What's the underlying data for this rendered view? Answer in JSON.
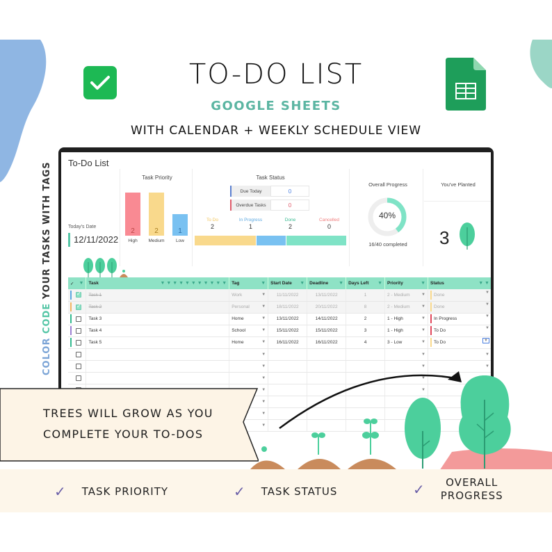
{
  "hero": {
    "title": "TO-DO LIST",
    "subtitle": "GOOGLE SHEETS",
    "tagline": "WITH CALENDAR + WEEKLY SCHEDULE VIEW"
  },
  "side_caption": {
    "part1": "COLOR",
    "part2": "CODE",
    "part3": "YOUR TASKS WITH TAGS"
  },
  "dashboard": {
    "title": "To-Do List",
    "today_label": "Today's Date",
    "today_value": "12/11/2022",
    "priority": {
      "title": "Task Priority",
      "bars": [
        {
          "label": "High",
          "value": "2",
          "color": "#f98a93"
        },
        {
          "label": "Medium",
          "value": "2",
          "color": "#f9d98c"
        },
        {
          "label": "Low",
          "value": "1",
          "color": "#79c1f1"
        }
      ]
    },
    "status": {
      "title": "Task Status",
      "due_today_label": "Due Today",
      "due_today_value": "0",
      "overdue_label": "Overdue Tasks",
      "overdue_value": "0",
      "columns": [
        {
          "label": "To Do",
          "value": "2",
          "color": "#f2c55c"
        },
        {
          "label": "In Progress",
          "value": "1",
          "color": "#5aa7e0"
        },
        {
          "label": "Done",
          "value": "2",
          "color": "#34b98f"
        },
        {
          "label": "Cancelled",
          "value": "0",
          "color": "#f07b7b"
        }
      ]
    },
    "progress": {
      "title": "Overall Progress",
      "percent_label": "40%",
      "percent": 40,
      "sub": "16/40 completed",
      "color": "#7fe3c6"
    },
    "planted": {
      "title": "You've Planted",
      "count": "3"
    }
  },
  "table": {
    "headers": [
      "✓",
      "Task",
      "Tag",
      "Start Date",
      "Deadline",
      "Days Left",
      "Priority",
      "Status"
    ],
    "rows": [
      {
        "checked": true,
        "task": "Task 1",
        "tag": "Work",
        "tag_color": "#5aa7e0",
        "start": "11/11/2022",
        "deadline": "13/11/2022",
        "days": "1",
        "priority": "2 - Medium",
        "pcolor": "#f9d98c",
        "status": "Done",
        "done": true
      },
      {
        "checked": true,
        "task": "Task 2",
        "tag": "Personal",
        "tag_color": "#f2b562",
        "start": "18/11/2022",
        "deadline": "20/11/2022",
        "days": "8",
        "priority": "2 - Medium",
        "pcolor": "#f9d98c",
        "status": "Done",
        "done": true
      },
      {
        "checked": false,
        "task": "Task 3",
        "tag": "Home",
        "tag_color": "#34b98f",
        "start": "13/11/2022",
        "deadline": "14/11/2022",
        "days": "2",
        "priority": "1 - High",
        "pcolor": "#e0475a",
        "status": "In Progress",
        "done": false
      },
      {
        "checked": false,
        "task": "Task 4",
        "tag": "School",
        "tag_color": "#9b7fd1",
        "start": "15/11/2022",
        "deadline": "15/11/2022",
        "days": "3",
        "priority": "1 - High",
        "pcolor": "#e0475a",
        "status": "To Do",
        "done": false
      },
      {
        "checked": false,
        "task": "Task 5",
        "tag": "Home",
        "tag_color": "#34b98f",
        "start": "16/11/2022",
        "deadline": "16/11/2022",
        "days": "4",
        "priority": "3 - Low",
        "pcolor": "#f9d98c",
        "status": "To Do",
        "done": false
      }
    ],
    "empty_rows": 7
  },
  "banner": {
    "line1": "TREES WILL GROW AS YOU",
    "line2": "COMPLETE YOUR TO-DOS"
  },
  "features": [
    "TASK PRIORITY",
    "TASK STATUS",
    "OVERALL",
    "PROGRESS"
  ],
  "colors": {
    "accent": "#8ee2c5",
    "brand_green": "#1db954",
    "subtitle": "#5bb5a2",
    "check": "#6a5fa8",
    "blob_left": "#8fb6e3",
    "blob_right": "#9bd6c6"
  }
}
